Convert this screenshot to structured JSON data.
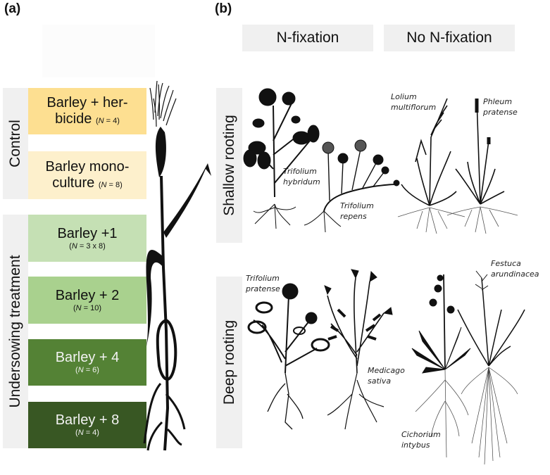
{
  "panel_a": {
    "label": "(a)",
    "groups": [
      {
        "label": "Control"
      },
      {
        "label": "Undersowing treatment"
      }
    ],
    "treatments": [
      {
        "line1": "Barley + her-",
        "line2": "bicide",
        "n_prefix": "(",
        "n_var": "N",
        "n_value": " = 4)",
        "color": "#fddf91",
        "text_color": "#111111"
      },
      {
        "line1": "Barley mono-",
        "line2": "culture",
        "n_prefix": "(",
        "n_var": "N",
        "n_value": " = 8)",
        "color": "#fdf0cc",
        "text_color": "#111111"
      },
      {
        "line1": "Barley +1",
        "line2": "",
        "n_prefix": "(",
        "n_var": "N",
        "n_value": " = 3 x 8)",
        "color": "#c5e0b4",
        "text_color": "#111111"
      },
      {
        "line1": "Barley + 2",
        "line2": "",
        "n_prefix": "(",
        "n_var": "N",
        "n_value": " = 10)",
        "color": "#a9d18e",
        "text_color": "#111111"
      },
      {
        "line1": "Barley + 4",
        "line2": "",
        "n_prefix": "(",
        "n_var": "N",
        "n_value": " = 6)",
        "color": "#548235",
        "text_color": "#f2f2f2"
      },
      {
        "line1": "Barley + 8",
        "line2": "",
        "n_prefix": "(",
        "n_var": "N",
        "n_value": " = 4)",
        "color": "#385723",
        "text_color": "#f2f2f2"
      }
    ],
    "illustration": "barley-plant"
  },
  "panel_b": {
    "label": "(b)",
    "columns": [
      "N-fixation",
      "No N-fixation"
    ],
    "rows": [
      "Shallow rooting",
      "Deep rooting"
    ],
    "species": {
      "shallow_fix": [
        {
          "genus": "Trifolium",
          "epithet": "hybridum"
        },
        {
          "genus": "Trifolium",
          "epithet": "repens"
        }
      ],
      "shallow_nofix": [
        {
          "genus": "Lolium",
          "epithet": "multiflorum"
        },
        {
          "genus": "Phleum",
          "epithet": "pratense"
        }
      ],
      "deep_fix": [
        {
          "genus": "Trifolium",
          "epithet": "pratense"
        },
        {
          "genus": "Medicago",
          "epithet": "sativa"
        }
      ],
      "deep_nofix": [
        {
          "genus": "Cichorium",
          "epithet": "intybus"
        },
        {
          "genus": "Festuca",
          "epithet": "arundinacea"
        }
      ]
    }
  }
}
